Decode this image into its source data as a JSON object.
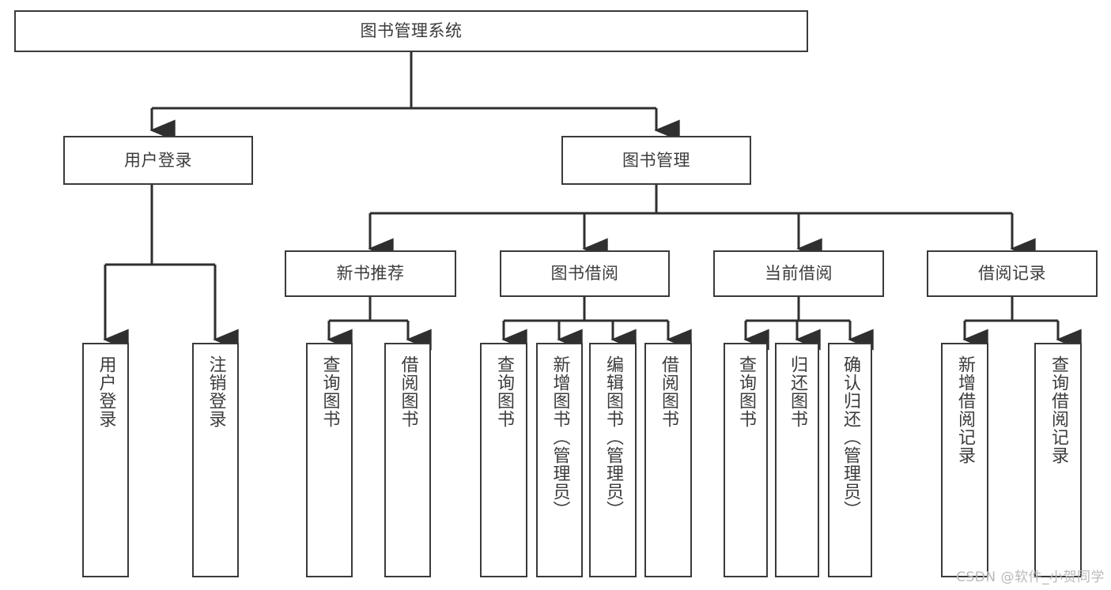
{
  "diagram": {
    "title": "图书管理系统",
    "type": "tree-hierarchy-diagram",
    "colors": {
      "background": "#ffffff",
      "box_border": "#3a3a3a",
      "box_fill": "#ffffff",
      "text": "#3c3c3c",
      "connector": "#2f2f2f",
      "watermark": "#b9b9b9"
    },
    "root": {
      "label": "图书管理系统"
    },
    "level2": [
      {
        "label": "用户登录"
      },
      {
        "label": "图书管理"
      }
    ],
    "level3": [
      {
        "label": "新书推荐"
      },
      {
        "label": "图书借阅"
      },
      {
        "label": "当前借阅"
      },
      {
        "label": "借阅记录"
      }
    ],
    "leaves": {
      "user_login": [
        {
          "label": "用户登录"
        },
        {
          "label": "注销登录"
        }
      ],
      "new_book_recommend": [
        {
          "label": "查询图书"
        },
        {
          "label": "借阅图书"
        }
      ],
      "book_borrow": [
        {
          "label": "查询图书"
        },
        {
          "label": "新增图书（管理员）"
        },
        {
          "label": "编辑图书（管理员）"
        },
        {
          "label": "借阅图书"
        }
      ],
      "current_borrow": [
        {
          "label": "查询图书"
        },
        {
          "label": "归还图书"
        },
        {
          "label": "确认归还（管理员）"
        }
      ],
      "borrow_record": [
        {
          "label": "新增借阅记录"
        },
        {
          "label": "查询借阅记录"
        }
      ]
    }
  },
  "watermark": {
    "text": "CSDN @软件_小贺同学"
  }
}
